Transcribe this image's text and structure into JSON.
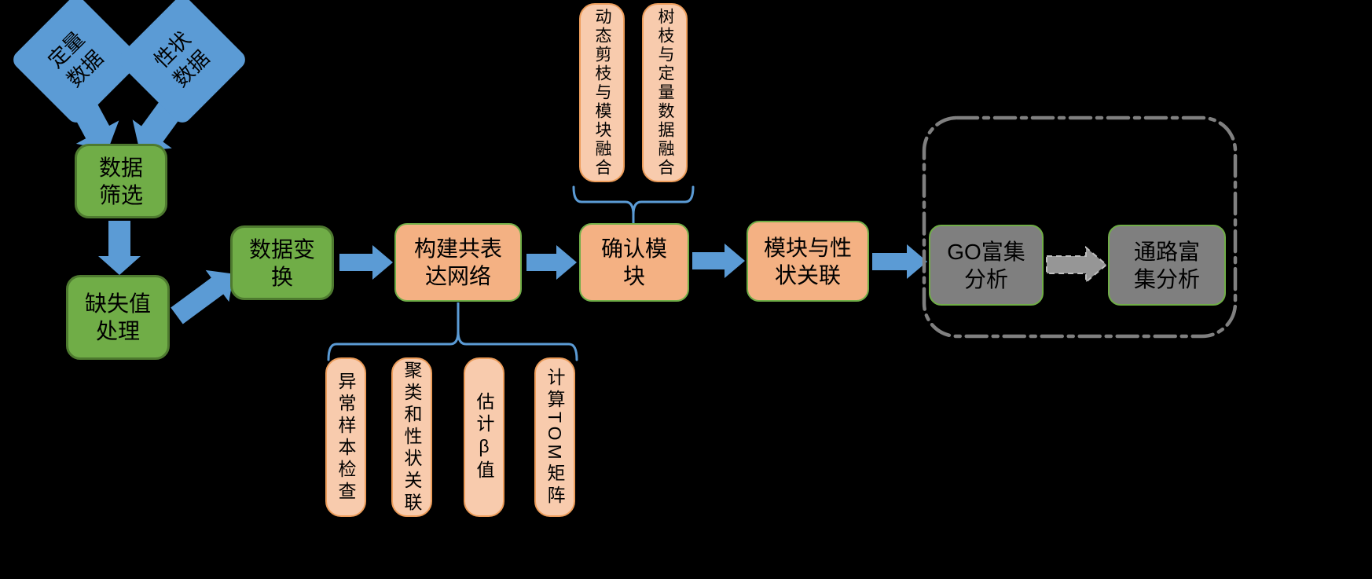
{
  "colors": {
    "background": "#000000",
    "text": "#000000",
    "blue": "#5B9BD5",
    "green_fill": "#70AD47",
    "green_border": "#4E7A2F",
    "orange_fill": "#F4B183",
    "orange_outline": "#70AD47",
    "peach_fill": "#F8CBAD",
    "peach_border": "#ED9D5B",
    "gray_fill": "#7F7F7F",
    "gray_outline": "#70AD47",
    "gray_arrow": "#969696",
    "gray_dash": "#808080"
  },
  "flow": {
    "input_quant": "定量\n数据",
    "input_trait": "性状\n数据",
    "step_filter": "数据\n筛选",
    "step_missing": "缺失值\n处理",
    "step_transform": "数据变\n换",
    "step_network": "构建共表\n达网络",
    "step_modules": "确认模\n块",
    "step_assoc": "模块与性\n状关联",
    "step_go": "GO富集\n分析",
    "step_pathway": "通路富\n集分析"
  },
  "module_details": {
    "dynamic_cut": "动态剪枝与模块融合",
    "tree_merge": "树枝与定量数据融合"
  },
  "network_details": {
    "outlier_check": "异常样本检查",
    "cluster_trait": "聚类和性状关联",
    "beta": "估计β值",
    "tom": "计算TOM矩阵"
  }
}
